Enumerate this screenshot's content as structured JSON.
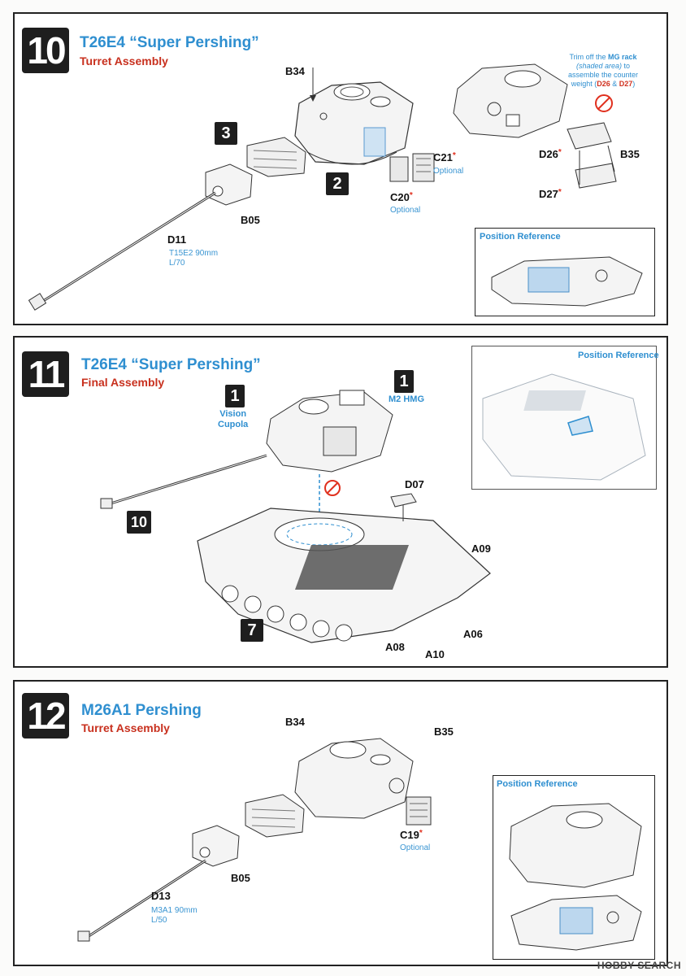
{
  "steps": [
    {
      "number": "10",
      "title": "T26E4 “Super Pershing”",
      "subtitle": "Turret Assembly",
      "callouts": [
        "3",
        "2"
      ],
      "parts": {
        "b34": "B34",
        "b05": "B05",
        "d11": "D11",
        "d11_desc_1": "T15E2 90mm",
        "d11_desc_2": "L/70",
        "c21": "C21",
        "c21_note": "Optional",
        "c20": "C20",
        "c20_note": "Optional",
        "d26": "D26",
        "d27": "D27",
        "b35": "B35"
      },
      "trim_note": {
        "line1_a": "Trim off the ",
        "line1_b": "MG rack",
        "line2": "(shaded area)",
        "line2_b": " to",
        "line3": "assemble the counter",
        "line4_a": "weight (",
        "line4_b": "D26",
        "line4_c": " & ",
        "line4_d": "D27",
        "line4_e": ")"
      },
      "position_reference": "Position Reference"
    },
    {
      "number": "11",
      "title": "T26E4 “Super Pershing”",
      "subtitle": "Final Assembly",
      "callouts": [
        "1",
        "1",
        "10",
        "7"
      ],
      "parts": {
        "vision_1": "Vision",
        "vision_2": "Cupola",
        "m2hmg": "M2 HMG",
        "d07": "D07",
        "a09": "A09",
        "a06": "A06",
        "a08": "A08",
        "a10": "A10"
      },
      "position_reference": "Position Reference"
    },
    {
      "number": "12",
      "title": "M26A1 Pershing",
      "subtitle": "Turret Assembly",
      "parts": {
        "b34": "B34",
        "b35": "B35",
        "c19": "C19",
        "c19_note": "Optional",
        "b05": "B05",
        "d13": "D13",
        "d13_desc_1": "M3A1 90mm",
        "d13_desc_2": "L/50"
      },
      "position_reference": "Position Reference"
    }
  ],
  "watermark": "HOBBY SEARCH",
  "asterisk": "*",
  "colors": {
    "title_blue": "#2f8fd0",
    "subtitle_red": "#c8301e",
    "step_black": "#1e1e1e"
  }
}
